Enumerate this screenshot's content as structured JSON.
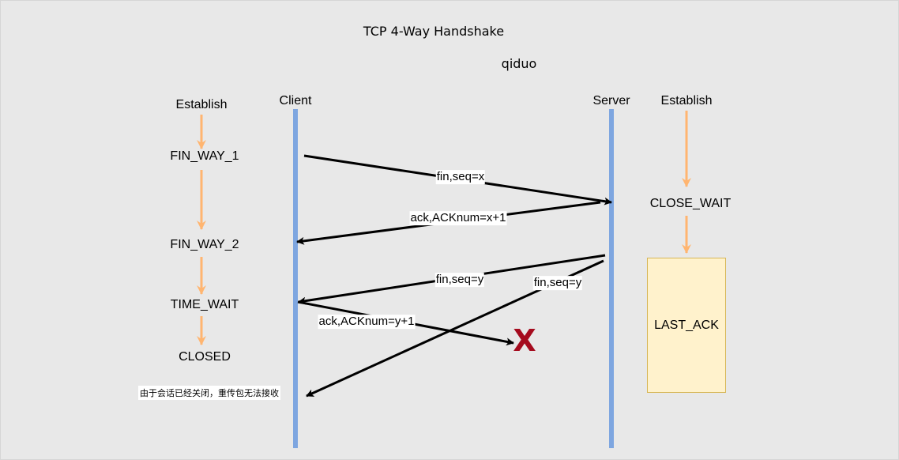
{
  "title": "TCP 4-Way Handshake",
  "author": "qiduo",
  "participants": {
    "client": "Client",
    "server": "Server"
  },
  "client_states": {
    "establish": "Establish",
    "fin_wait_1": "FIN_WAY_1",
    "fin_wait_2": "FIN_WAY_2",
    "time_wait": "TIME_WAIT",
    "closed": "CLOSED"
  },
  "server_states": {
    "establish": "Establish",
    "close_wait": "CLOSE_WAIT",
    "last_ack": "LAST_ACK"
  },
  "messages": {
    "fin_from_client": "fin,seq=x",
    "ack_from_server": "ack,ACKnum=x+1",
    "fin_from_server": "fin,seq=y",
    "ack_from_client": "ack,ACKnum=y+1",
    "fin_retransmit": "fin,seq=y"
  },
  "lost_marker": "X",
  "note": "由于会话已经关闭，重传包无法接收",
  "colors": {
    "background": "#e8e8e8",
    "lifeline": "#7ea6e0",
    "state_arrow": "#ffb570",
    "message_arrow": "#000000",
    "lost_marker": "#a50b1e",
    "last_ack_fill": "#fff2cc",
    "last_ack_border": "#d6b656"
  }
}
